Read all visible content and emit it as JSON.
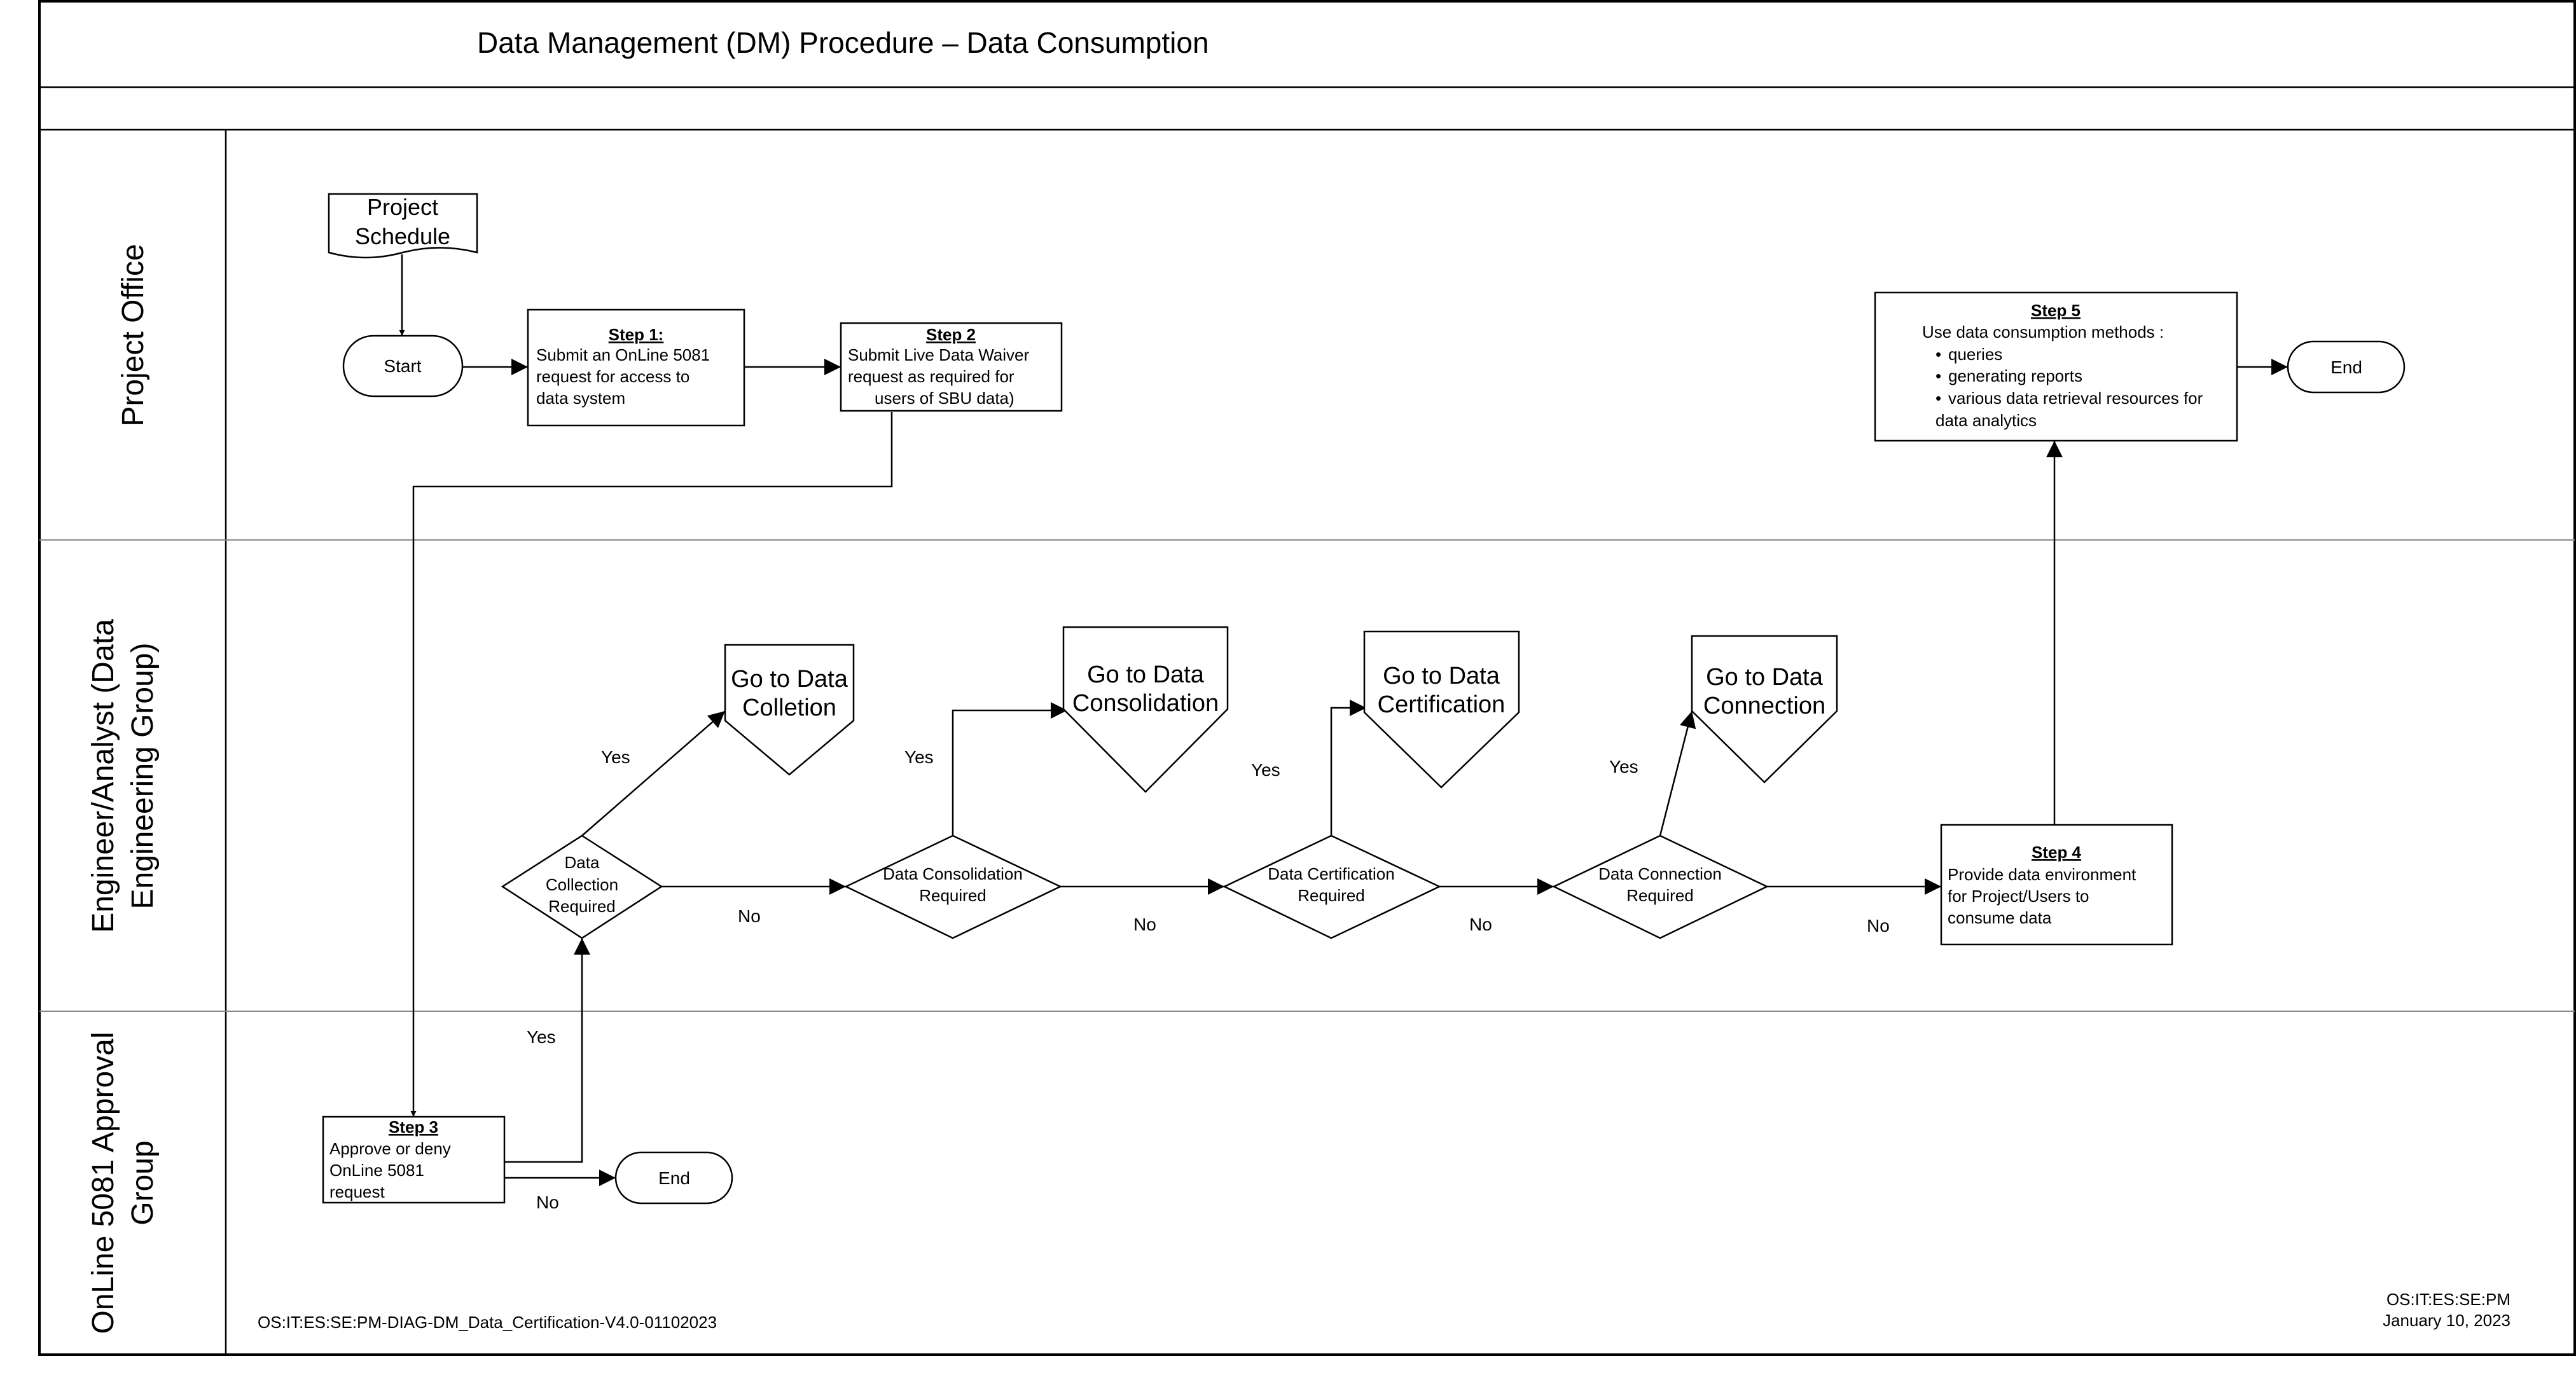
{
  "title": "Data Management (DM) Procedure – Data Consumption",
  "lanes": {
    "project_office": [
      "Project Office"
    ],
    "engineer": [
      "Engineer/Analyst (Data",
      "Engineering Group)"
    ],
    "approval": [
      "OnLine 5081 Approval",
      "Group"
    ]
  },
  "document": [
    "Project",
    "Schedule"
  ],
  "start_label": "Start",
  "end_labels": {
    "main": "End",
    "approval": "End"
  },
  "step1": {
    "title": "Step 1:",
    "lines": [
      "Submit an OnLine 5081",
      "request for access to",
      "data system"
    ]
  },
  "step2": {
    "title": "Step 2",
    "lines": [
      "Submit Live Data Waiver",
      "request as required for",
      "users of SBU data)"
    ]
  },
  "step3": {
    "title": "Step 3",
    "lines": [
      "Approve or deny",
      "OnLine 5081",
      "request"
    ]
  },
  "step4": {
    "title": "Step 4",
    "lines": [
      "Provide data environment",
      "for Project/Users to",
      "consume data"
    ]
  },
  "step5": {
    "title": "Step 5",
    "intro": "Use data consumption methods :",
    "bullets": [
      "queries",
      "generating reports",
      "various data retrieval resources for"
    ],
    "continuation": "data analytics",
    "bullet_glyph": "•"
  },
  "decisions": {
    "collection": [
      "Data",
      "Collection",
      "Required"
    ],
    "consolidation": [
      "Data Consolidation",
      "Required"
    ],
    "certification": [
      "Data Certification",
      "Required"
    ],
    "connection": [
      "Data Connection",
      "Required"
    ]
  },
  "offpage": {
    "collection": [
      "Go to Data",
      "Colletion"
    ],
    "consolidation": [
      "Go to Data",
      "Consolidation"
    ],
    "certification": [
      "Go to Data",
      "Certification"
    ],
    "connection": [
      "Go to Data",
      "Connection"
    ]
  },
  "labels": {
    "yes": "Yes",
    "no": "No"
  },
  "footer": {
    "doc_id": "OS:IT:ES:SE:PM-DIAG-DM_Data_Certification-V4.0-01102023",
    "org": "OS:IT:ES:SE:PM",
    "date": "January 10, 2023"
  }
}
